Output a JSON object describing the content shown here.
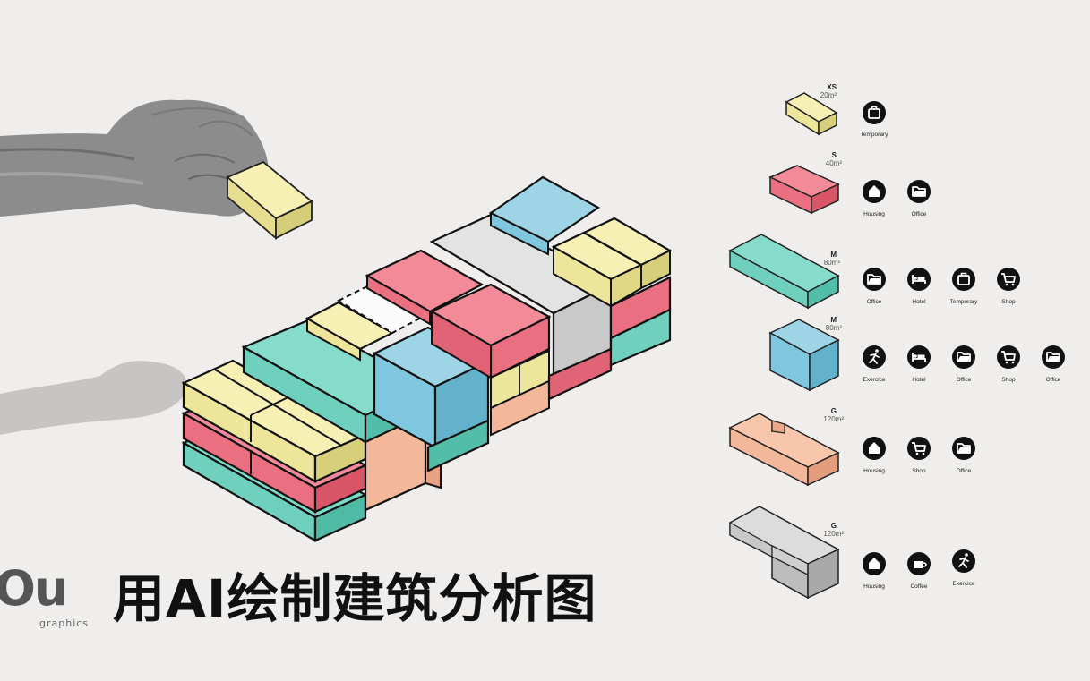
{
  "title": "用AI绘制建筑分析图",
  "logo": {
    "main": "Ou",
    "sub": "graphics"
  },
  "colors": {
    "background": "#efeeec",
    "yellow": "#ede69a",
    "red": "#ea6f80",
    "teal": "#6fd1bd",
    "blue": "#7fc7de",
    "orange": "#f3b79a",
    "gray": "#d3d3d3",
    "icon_fill": "#111111"
  },
  "legend": [
    {
      "size": "XS",
      "area": "20m²",
      "color": "yellow",
      "icons": [
        {
          "icon": "suitcase-icon",
          "label": "Temporary"
        }
      ]
    },
    {
      "size": "S",
      "area": "40m²",
      "color": "red",
      "icons": [
        {
          "icon": "house-icon",
          "label": "Housing"
        },
        {
          "icon": "folder-icon",
          "label": "Office"
        }
      ]
    },
    {
      "size": "M",
      "area": "80m²",
      "color": "teal",
      "icons": [
        {
          "icon": "folder-icon",
          "label": "Office"
        },
        {
          "icon": "bed-icon",
          "label": "Hotel"
        },
        {
          "icon": "suitcase-icon",
          "label": "Temporary"
        },
        {
          "icon": "cart-icon",
          "label": "Shop"
        }
      ]
    },
    {
      "size": "M",
      "area": "80m²",
      "color": "blue",
      "icons": [
        {
          "icon": "runner-icon",
          "label": "Exercice"
        },
        {
          "icon": "bed-icon",
          "label": "Hotel"
        },
        {
          "icon": "folder-icon",
          "label": "Office"
        },
        {
          "icon": "cart-icon",
          "label": "Shop"
        },
        {
          "icon": "folder-icon",
          "label": "Office"
        }
      ]
    },
    {
      "size": "G",
      "area": "120m²",
      "color": "orange",
      "icons": [
        {
          "icon": "house-icon",
          "label": "Housing"
        },
        {
          "icon": "cart-icon",
          "label": "Shop"
        },
        {
          "icon": "folder-icon",
          "label": "Office"
        }
      ]
    },
    {
      "size": "G",
      "area": "120m²",
      "color": "gray",
      "icons": [
        {
          "icon": "house-icon",
          "label": "Housing"
        },
        {
          "icon": "cup-icon",
          "label": "Coffee"
        },
        {
          "icon": "runner-icon",
          "label": "Exercice"
        }
      ]
    }
  ]
}
